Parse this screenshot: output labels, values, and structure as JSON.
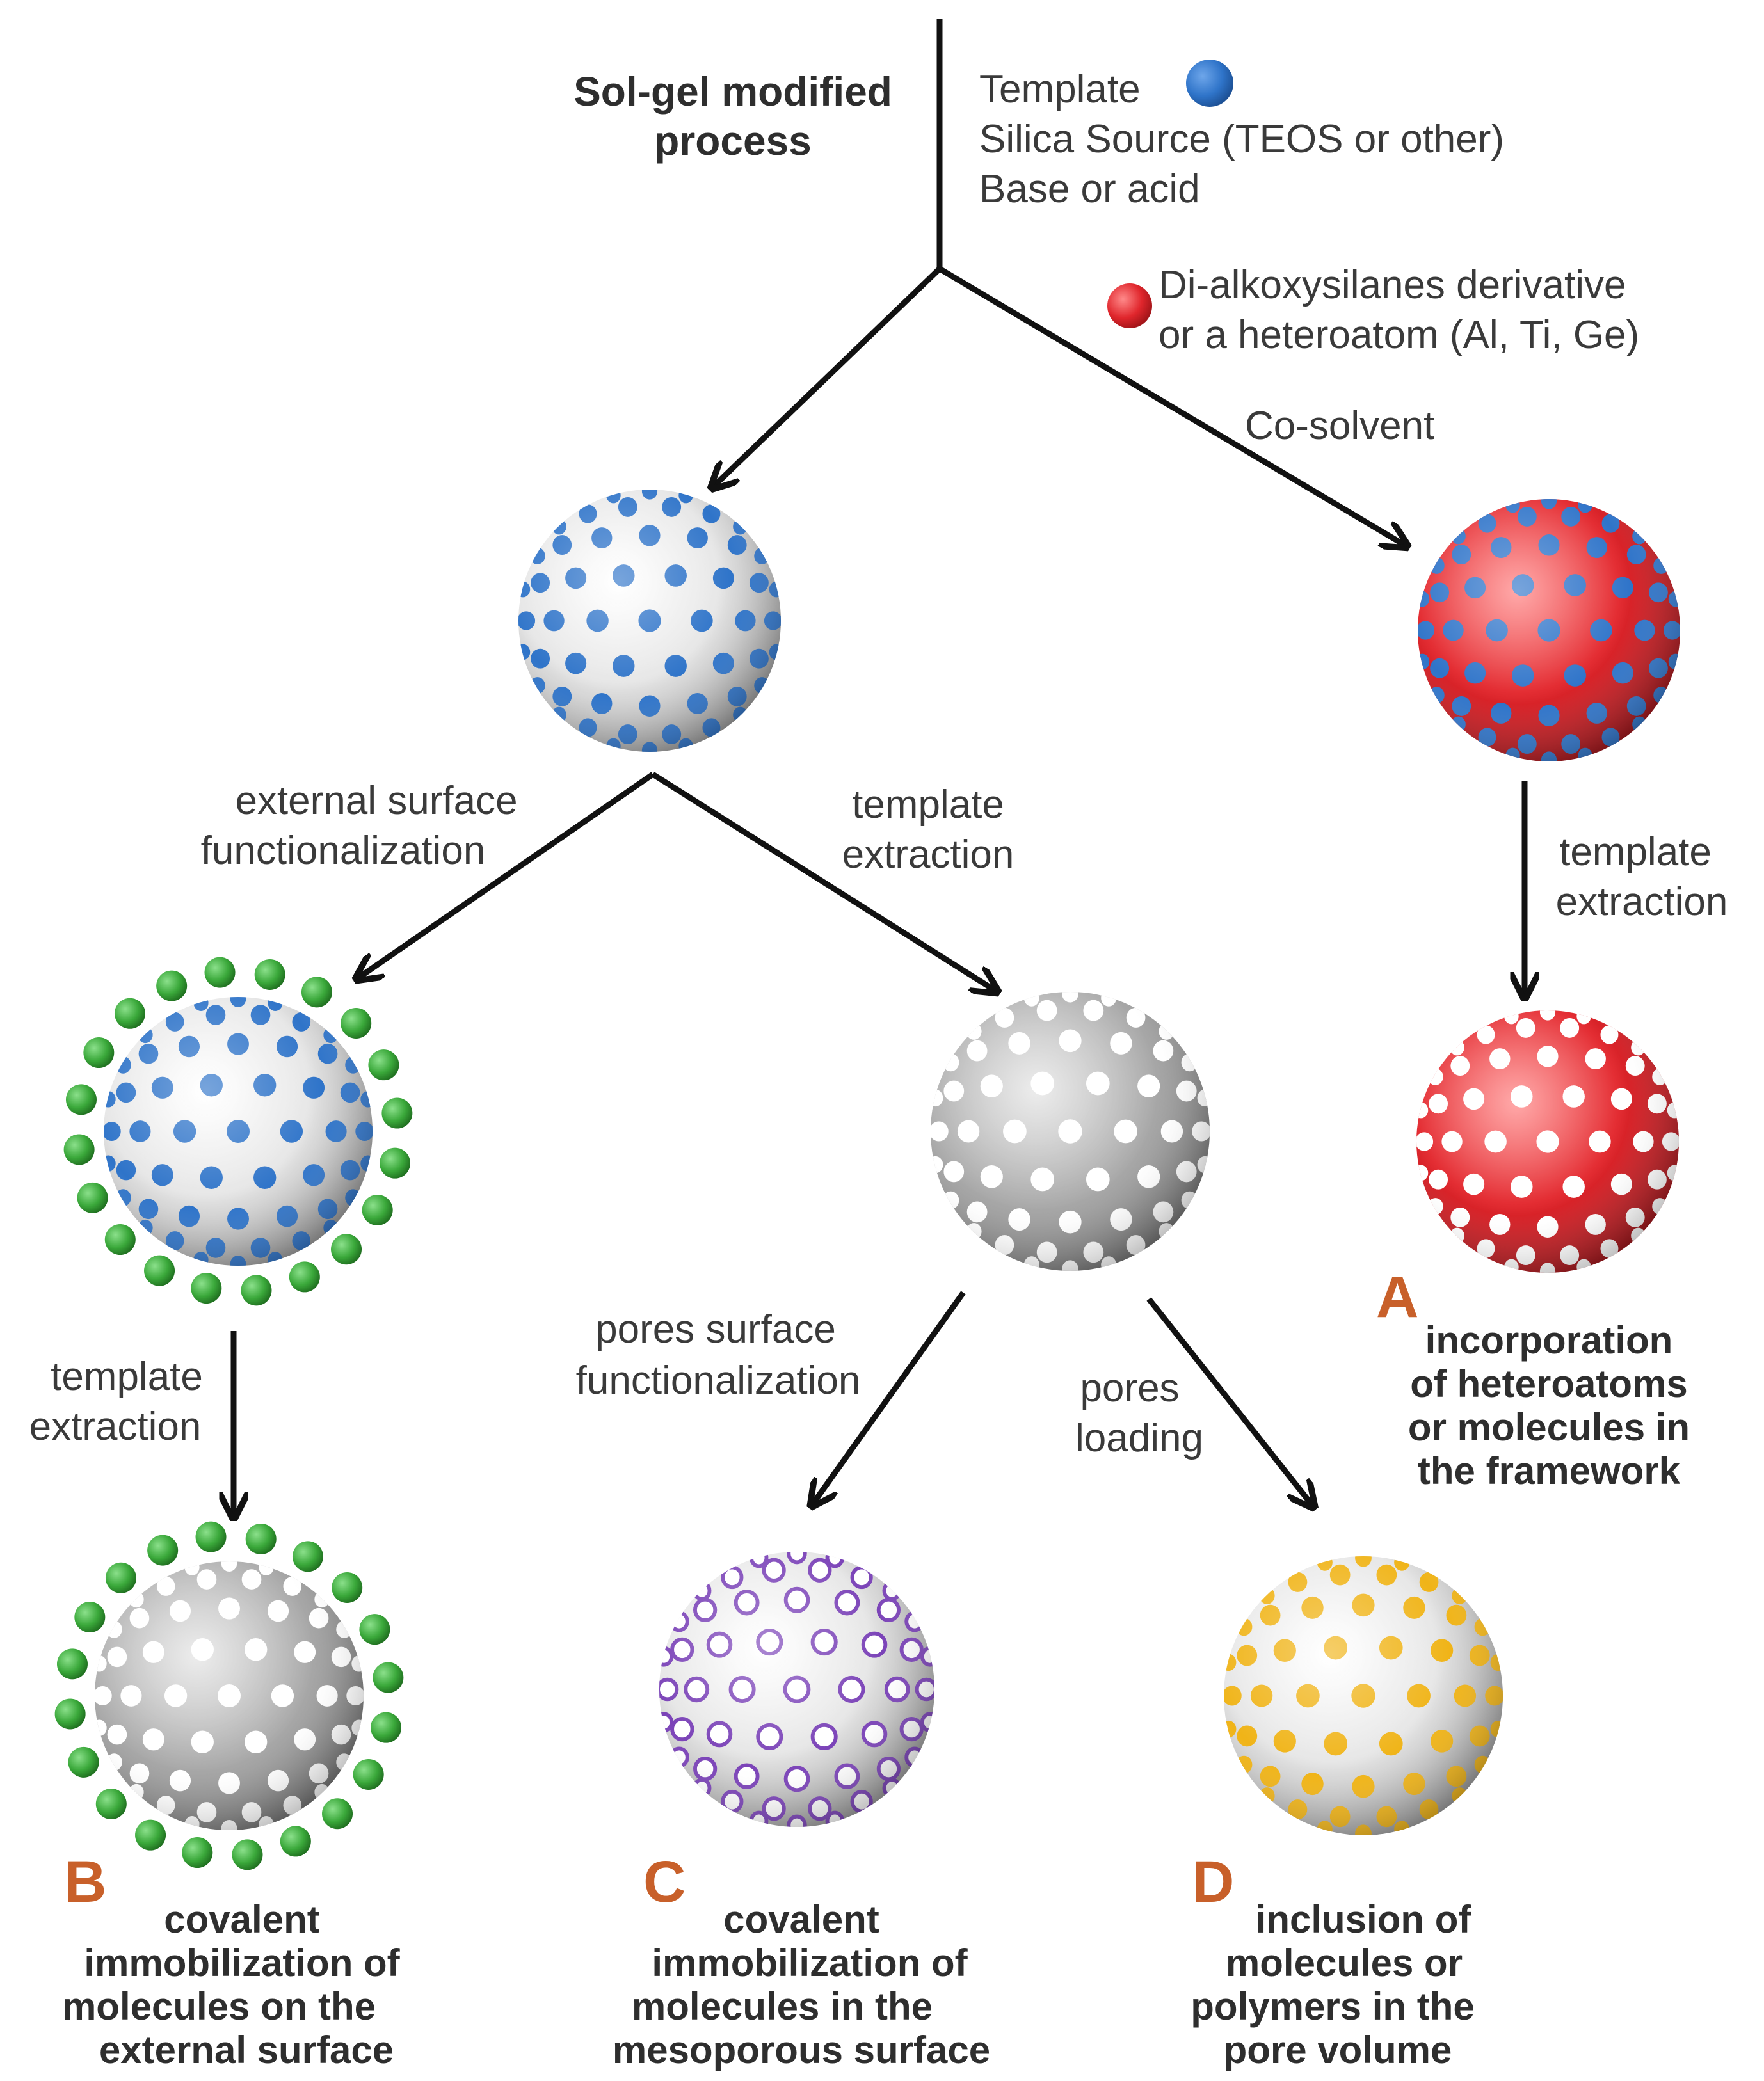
{
  "process": {
    "title_line1": "Sol-gel modified",
    "title_line2": "process"
  },
  "inputs": {
    "template": "Template",
    "silica_source": "Silica Source (TEOS or other)",
    "base_or_acid": "Base or acid"
  },
  "dopant": {
    "line1": "Di-alkoxysilanes derivative",
    "line2": "or a heteroatom (Al, Ti, Ge)"
  },
  "cosolvent": "Co-solvent",
  "steps": {
    "external_surface_functionalization": [
      "external surface",
      "functionalization"
    ],
    "template_extraction_center": [
      "template",
      "extraction"
    ],
    "template_extraction_right": [
      "template",
      "extraction"
    ],
    "template_extraction_left": [
      "template",
      "extraction"
    ],
    "pores_surface_functionalization": [
      "pores surface",
      "functionalization"
    ],
    "pores_loading": [
      "pores",
      "loading"
    ]
  },
  "outcomes": {
    "A": {
      "letter": "A",
      "lines": [
        "incorporation",
        "of heteroatoms",
        "or molecules in",
        "the framework"
      ]
    },
    "B": {
      "letter": "B",
      "lines": [
        "covalent",
        "immobilization of",
        "molecules on the",
        "external surface"
      ]
    },
    "C": {
      "letter": "C",
      "lines": [
        "covalent",
        "immobilization of",
        "molecules in the",
        "mesoporous surface"
      ]
    },
    "D": {
      "letter": "D",
      "lines": [
        "inclusion of",
        "molecules or",
        "polymers in the",
        "pore volume"
      ]
    }
  },
  "colors": {
    "template_blue": "#2f74c9",
    "heteroatom_red": "#e0262c",
    "functional_green": "#3aa83a",
    "covalent_purple": "#7b43b8",
    "loading_yellow": "#f0b418",
    "letter_orange": "#c8602a"
  }
}
